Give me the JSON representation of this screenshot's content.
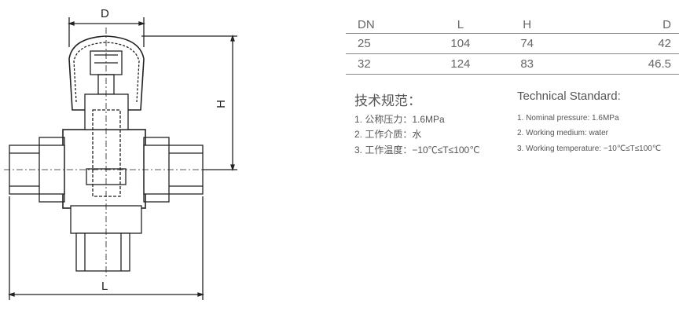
{
  "drawing": {
    "labels": {
      "d": "D",
      "h": "H",
      "l": "L"
    }
  },
  "table": {
    "headers": [
      "DN",
      "L",
      "H",
      "D"
    ],
    "rows": [
      [
        "25",
        "104",
        "74",
        "42"
      ],
      [
        "32",
        "124",
        "83",
        "46.5"
      ]
    ]
  },
  "spec_cn": {
    "title": "技术规范：",
    "items": [
      "1. 公称压力：1.6MPa",
      "2. 工作介质：水",
      "3. 工作温度：−10℃≤T≤100℃"
    ]
  },
  "spec_en": {
    "title": "Technical Standard:",
    "items": [
      "1. Nominal pressure: 1.6MPa",
      "2. Working medium: water",
      "3. Working temperature: −10℃≤T≤100℃"
    ]
  }
}
